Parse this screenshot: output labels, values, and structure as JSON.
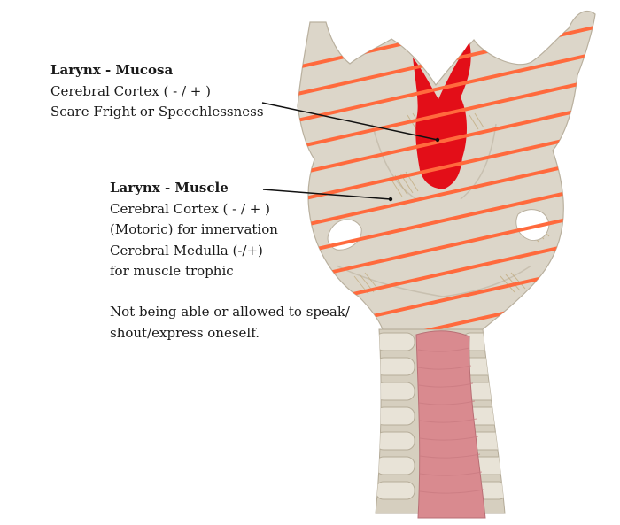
{
  "mucosa": {
    "title": "Larynx - Mucosa",
    "lines": [
      "Cerebral Cortex ( - / + )",
      "Scare Fright or Speechlessness"
    ]
  },
  "muscle": {
    "title": "Larynx - Muscle",
    "lines": [
      "Cerebral Cortex ( - / + )",
      "(Motoric) for innervation",
      "Cerebral Medulla (-/+)",
      "for muscle trophic"
    ]
  },
  "note": {
    "lines": [
      "Not being able or allowed to speak/",
      "shout/express oneself."
    ]
  },
  "colors": {
    "bone": "#dcd6c9",
    "bone_shadow": "#bdb5a4",
    "cartilage": "#e3ddd2",
    "stripe": "#ff6a3d",
    "mucosa_highlight": "#e30e18",
    "trachea_lumen": "#d98a8f",
    "muscle_fibers": "#c2ad82"
  }
}
